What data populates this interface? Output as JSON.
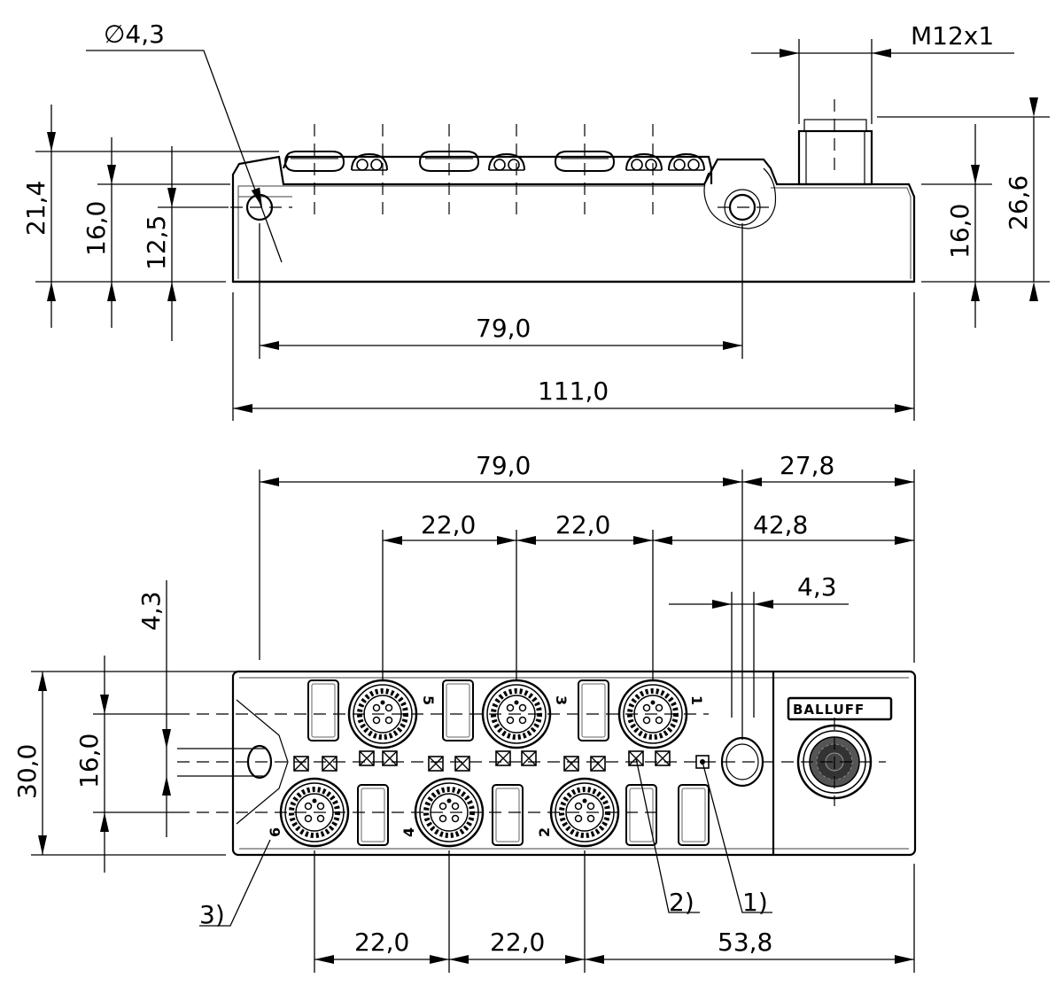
{
  "side_view": {
    "hole_diameter": "∅4,3",
    "thread": "M12x1",
    "height_total": "21,4",
    "height_body": "16,0",
    "height_hole": "12,5",
    "height_right_body": "16,0",
    "height_right_total": "26,6",
    "mount_distance": "79,0",
    "total_length": "111,0"
  },
  "top_view": {
    "mount_distance": "79,0",
    "right_section": "27,8",
    "pitch_upper_1": "22,0",
    "pitch_upper_2": "22,0",
    "offset_upper": "42,8",
    "hole_offset": "4,3",
    "vertical_4_3": "4,3",
    "height_30": "30,0",
    "height_16": "16,0",
    "pitch_lower_1": "22,0",
    "pitch_lower_2": "22,0",
    "offset_lower": "53,8",
    "brand": "BALLUFF",
    "port_labels": {
      "p5": "5",
      "p3": "3",
      "p1": "1",
      "p6": "6",
      "p4": "4",
      "p2": "2"
    },
    "callouts": {
      "c1": "1)",
      "c2": "2)",
      "c3": "3)"
    }
  }
}
